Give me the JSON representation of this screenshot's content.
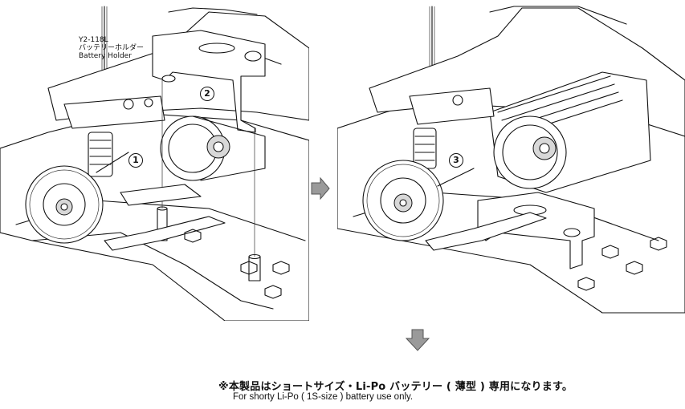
{
  "part": {
    "code": "Y2-118L",
    "name_jp": "バッテリーホルダー",
    "name_en": "Battery Holder"
  },
  "steps": [
    "1",
    "2",
    "3"
  ],
  "note": {
    "jp": "※本製品はショートサイズ・Li-Po バッテリー ( 薄型 ) 専用になります。",
    "en": "For shorty Li-Po ( 1S-size ) battery use only."
  },
  "icons": {
    "flow_right": "arrow-right-icon",
    "flow_down": "arrow-down-icon"
  },
  "colors": {
    "line": "#111111",
    "arrow_fill": "#9a9a9a",
    "background": "#ffffff"
  }
}
